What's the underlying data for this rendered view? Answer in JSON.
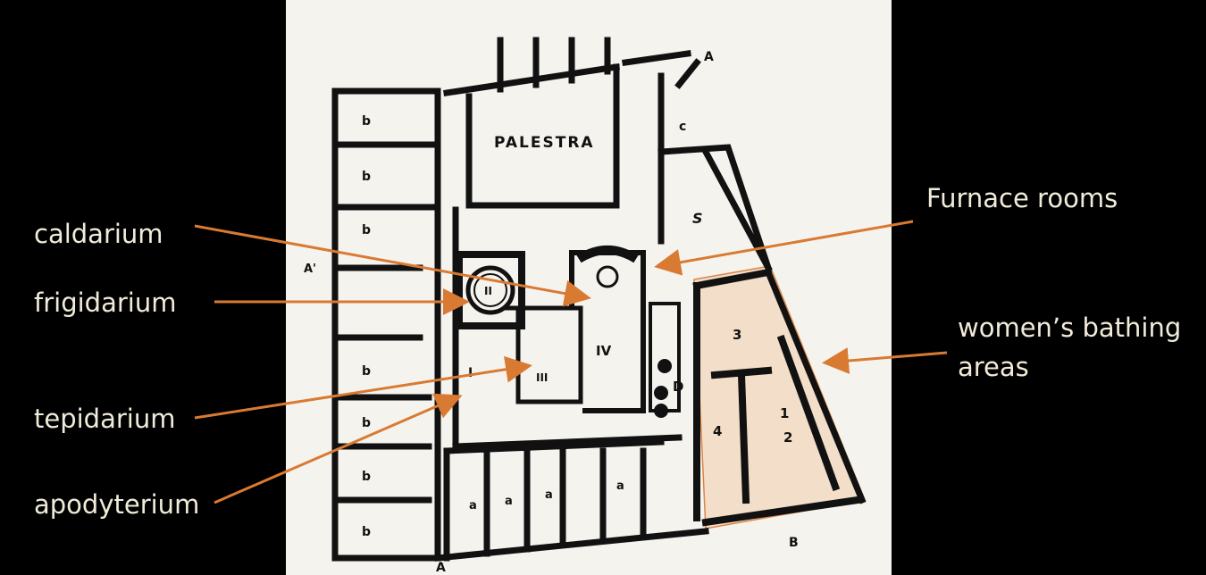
{
  "slide": {
    "labels": {
      "caldarium": "caldarium",
      "frigidarium": "frigidarium",
      "tepidarium": "tepidarium",
      "apodyterium": "apodyterium",
      "furnace_rooms": "Furnace rooms",
      "womens_bathing_areas": "women’s bathing areas"
    },
    "arrow_color": "#d97a33",
    "highlight_color": "#f2dcc6"
  },
  "plan": {
    "palestra": "PALESTRA",
    "entrance_a": "A",
    "entrance_a_prime": "A'",
    "entrance_b": "B",
    "room_c": "c",
    "room_s": "S",
    "room_d": "D",
    "room_ii": "II",
    "room_iii": "III",
    "room_iv": "IV",
    "room_i": "I",
    "room_b": "b",
    "room_a": "a",
    "room_1": "1",
    "room_2": "2",
    "room_3": "3",
    "room_4": "4"
  }
}
